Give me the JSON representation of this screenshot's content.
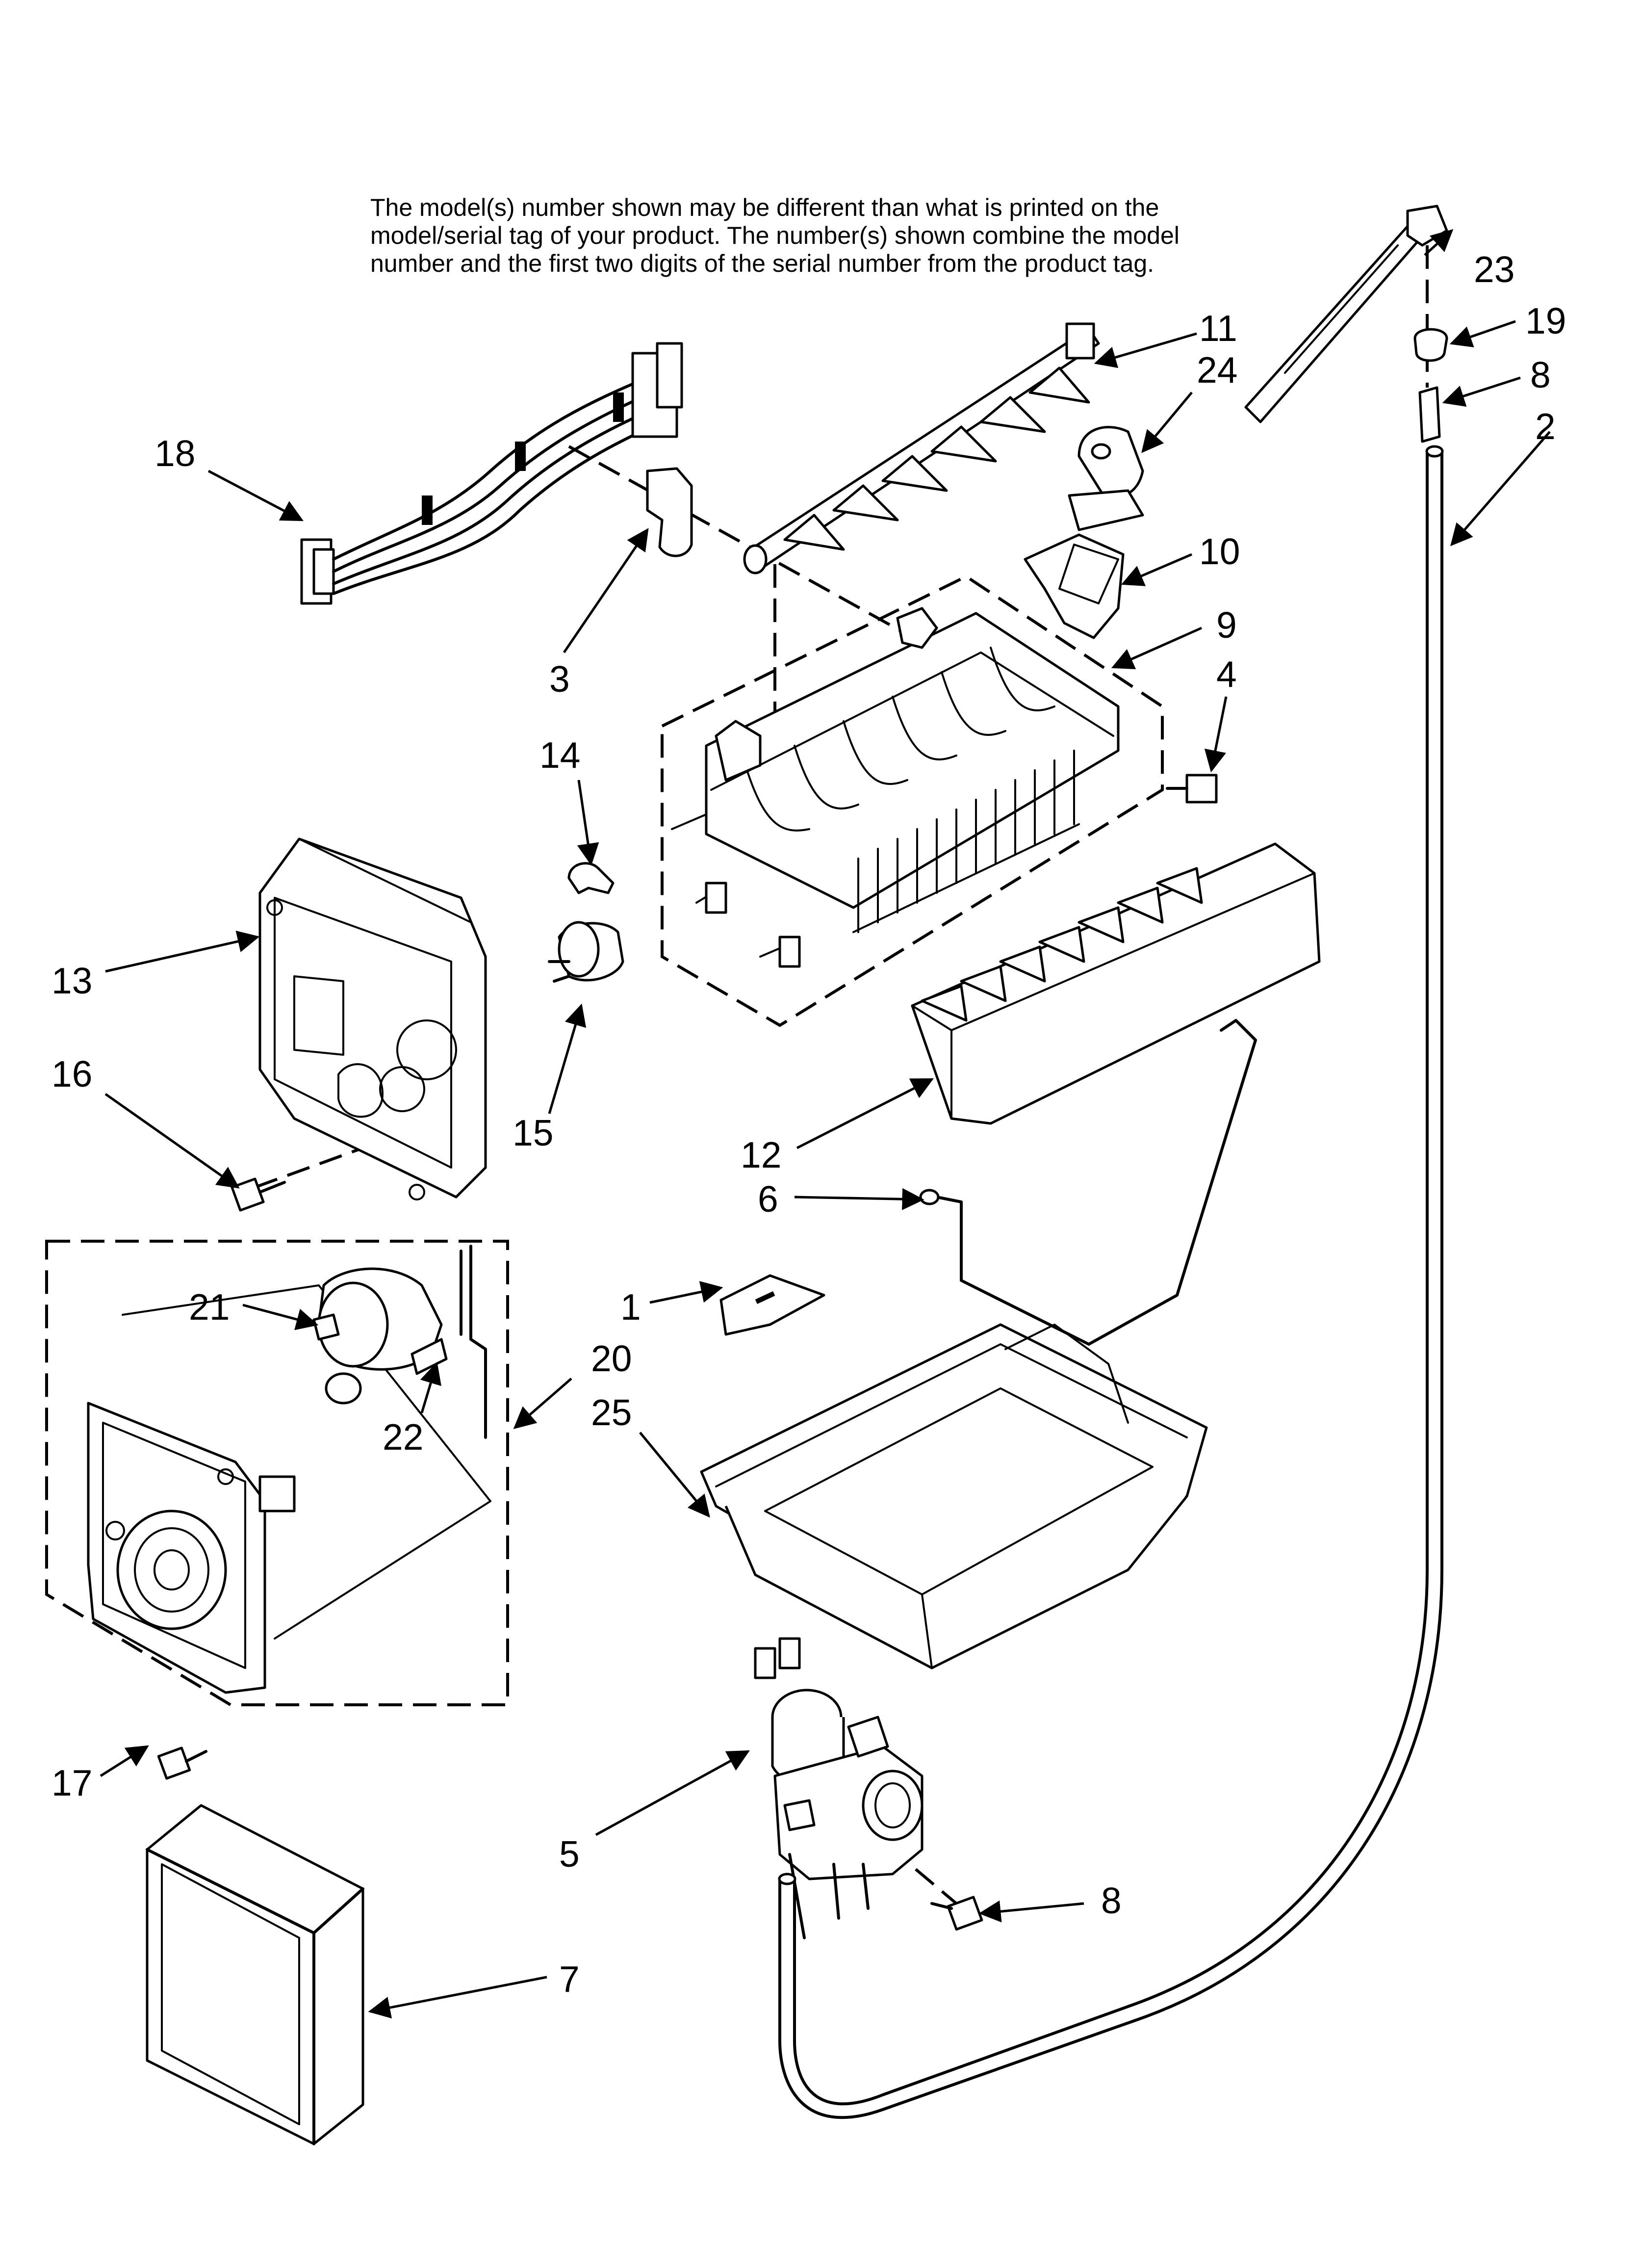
{
  "note": {
    "line1": "The model(s) number shown may be different than what is printed on the",
    "line2": "model/serial tag of your product. The number(s) shown combine the model",
    "line3": "number and the first two digits of the serial number from the product tag."
  },
  "callouts": {
    "c1": "1",
    "c2": "2",
    "c3": "3",
    "c4": "4",
    "c5": "5",
    "c6": "6",
    "c7": "7",
    "c8a": "8",
    "c8b": "8",
    "c9": "9",
    "c10": "10",
    "c11": "11",
    "c12": "12",
    "c13": "13",
    "c14": "14",
    "c15": "15",
    "c16": "16",
    "c17": "17",
    "c18": "18",
    "c19": "19",
    "c20": "20",
    "c21": "21",
    "c22": "22",
    "c23": "23",
    "c24": "24",
    "c25": "25"
  }
}
